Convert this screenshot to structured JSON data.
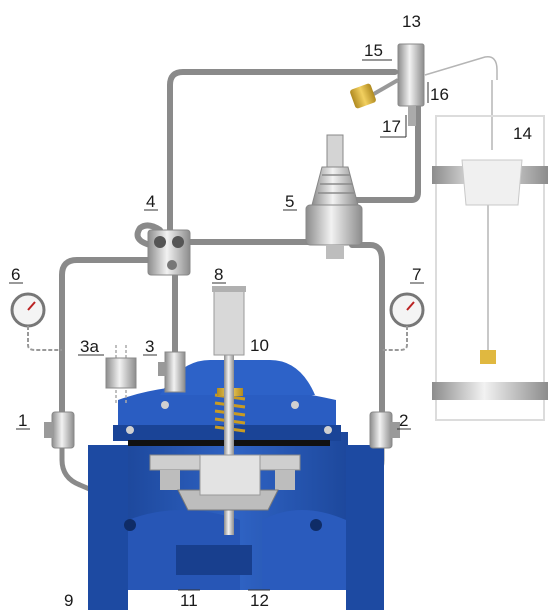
{
  "labels": {
    "l1": "1",
    "l2": "2",
    "l3": "3",
    "l3a": "3a",
    "l4": "4",
    "l5": "5",
    "l6": "6",
    "l7": "7",
    "l8": "8",
    "l9": "9",
    "l10": "10",
    "l11": "11",
    "l12": "12",
    "l13": "13",
    "l14": "14",
    "l15": "15",
    "l16": "16",
    "l17": "17"
  },
  "colors": {
    "valve_body": "#1f4fa8",
    "valve_dark": "#163a80",
    "pipe": "#8a8a8a",
    "metal": "#c9c9c9",
    "brass": "#d8b13a",
    "background": "#ffffff"
  }
}
